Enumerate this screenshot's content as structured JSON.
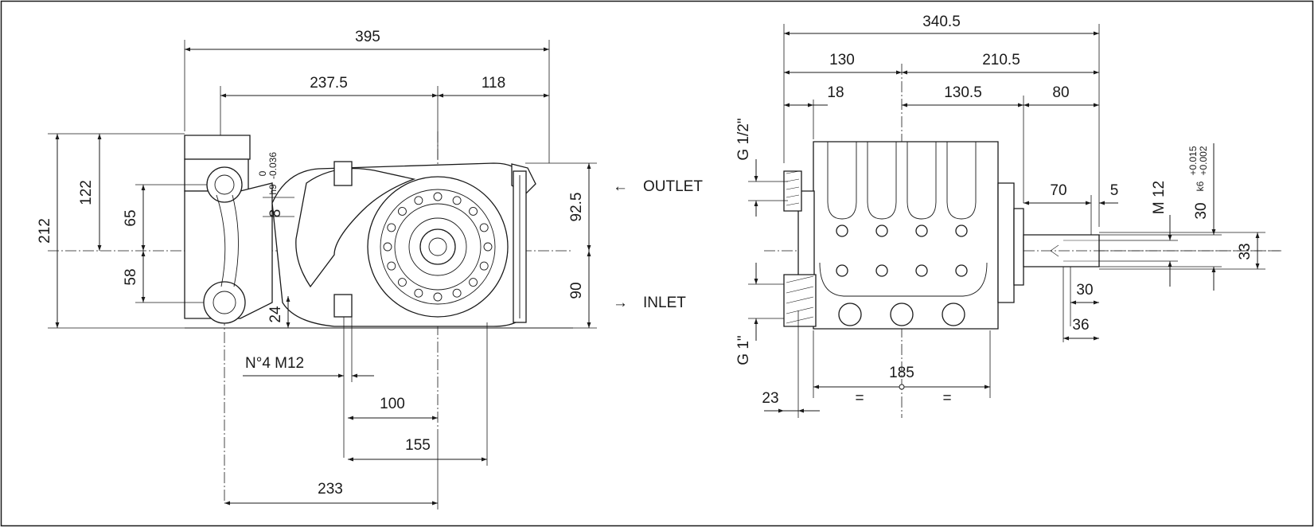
{
  "dims_left": {
    "d395": "395",
    "d237_5": "237.5",
    "d118": "118",
    "d212": "212",
    "d122": "122",
    "d65": "65",
    "d58": "58",
    "d8h9": "8",
    "tol_h9": "h9",
    "tol_h9_upper": "0",
    "tol_h9_lower": "-0.036",
    "d24": "24",
    "d92_5": "92.5",
    "d90": "90",
    "n4m12": "N°4 M12",
    "d100": "100",
    "d155": "155",
    "d233": "233"
  },
  "labels": {
    "outlet": "OUTLET",
    "inlet": "INLET",
    "outlet_arrow": "←",
    "inlet_arrow": "→"
  },
  "dims_right": {
    "d340_5": "340.5",
    "d130": "130",
    "d210_5": "210.5",
    "d18": "18",
    "d130_5": "130.5",
    "d80": "80",
    "g1_2": "G 1/2\"",
    "g1": "G 1\"",
    "d70": "70",
    "d5": "5",
    "m12": "M 12",
    "d30k6": "30",
    "tol_k6": "k6",
    "tol_k6_upper": "+0.015",
    "tol_k6_lower": "+0.002",
    "d33": "33",
    "d30": "30",
    "d36": "36",
    "d185": "185",
    "eq": "=",
    "d23": "23"
  }
}
